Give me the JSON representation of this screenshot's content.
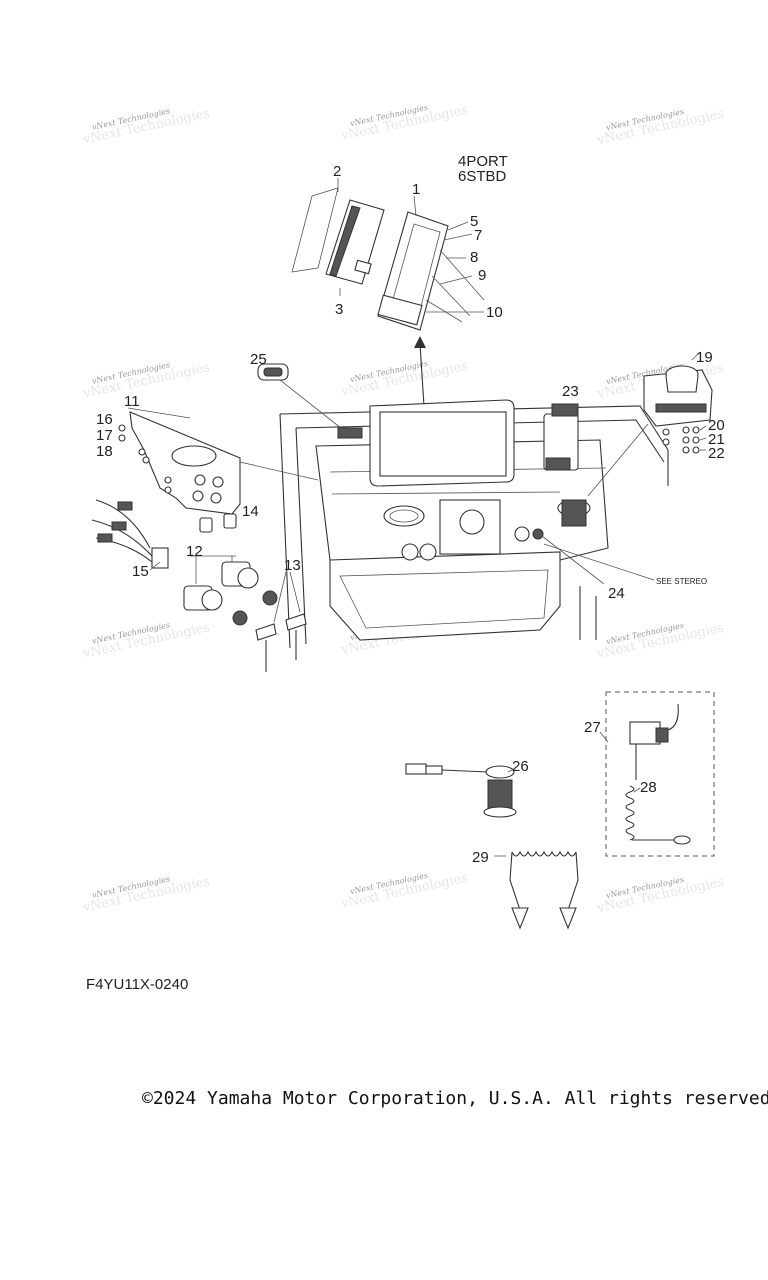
{
  "watermark": "vNext Technologies",
  "callouts": {
    "n1": "1",
    "n2": "2",
    "n3": "3",
    "n4": "4PORT",
    "n6": "6STBD",
    "n5": "5",
    "n7": "7",
    "n8": "8",
    "n9": "9",
    "n10": "10",
    "n11": "11",
    "n12": "12",
    "n13": "13",
    "n14": "14",
    "n15": "15",
    "n16": "16",
    "n17": "17",
    "n18": "18",
    "n19": "19",
    "n20": "20",
    "n21": "21",
    "n22": "22",
    "n23": "23",
    "n24": "24",
    "n25": "25",
    "n26": "26",
    "n27": "27",
    "n28": "28",
    "n29": "29"
  },
  "see_stereo": "SEE STEREO",
  "diagram_code": "F4YU11X-0240",
  "copyright": "©2024 Yamaha Motor Corporation, U.S.A. All rights reserved."
}
